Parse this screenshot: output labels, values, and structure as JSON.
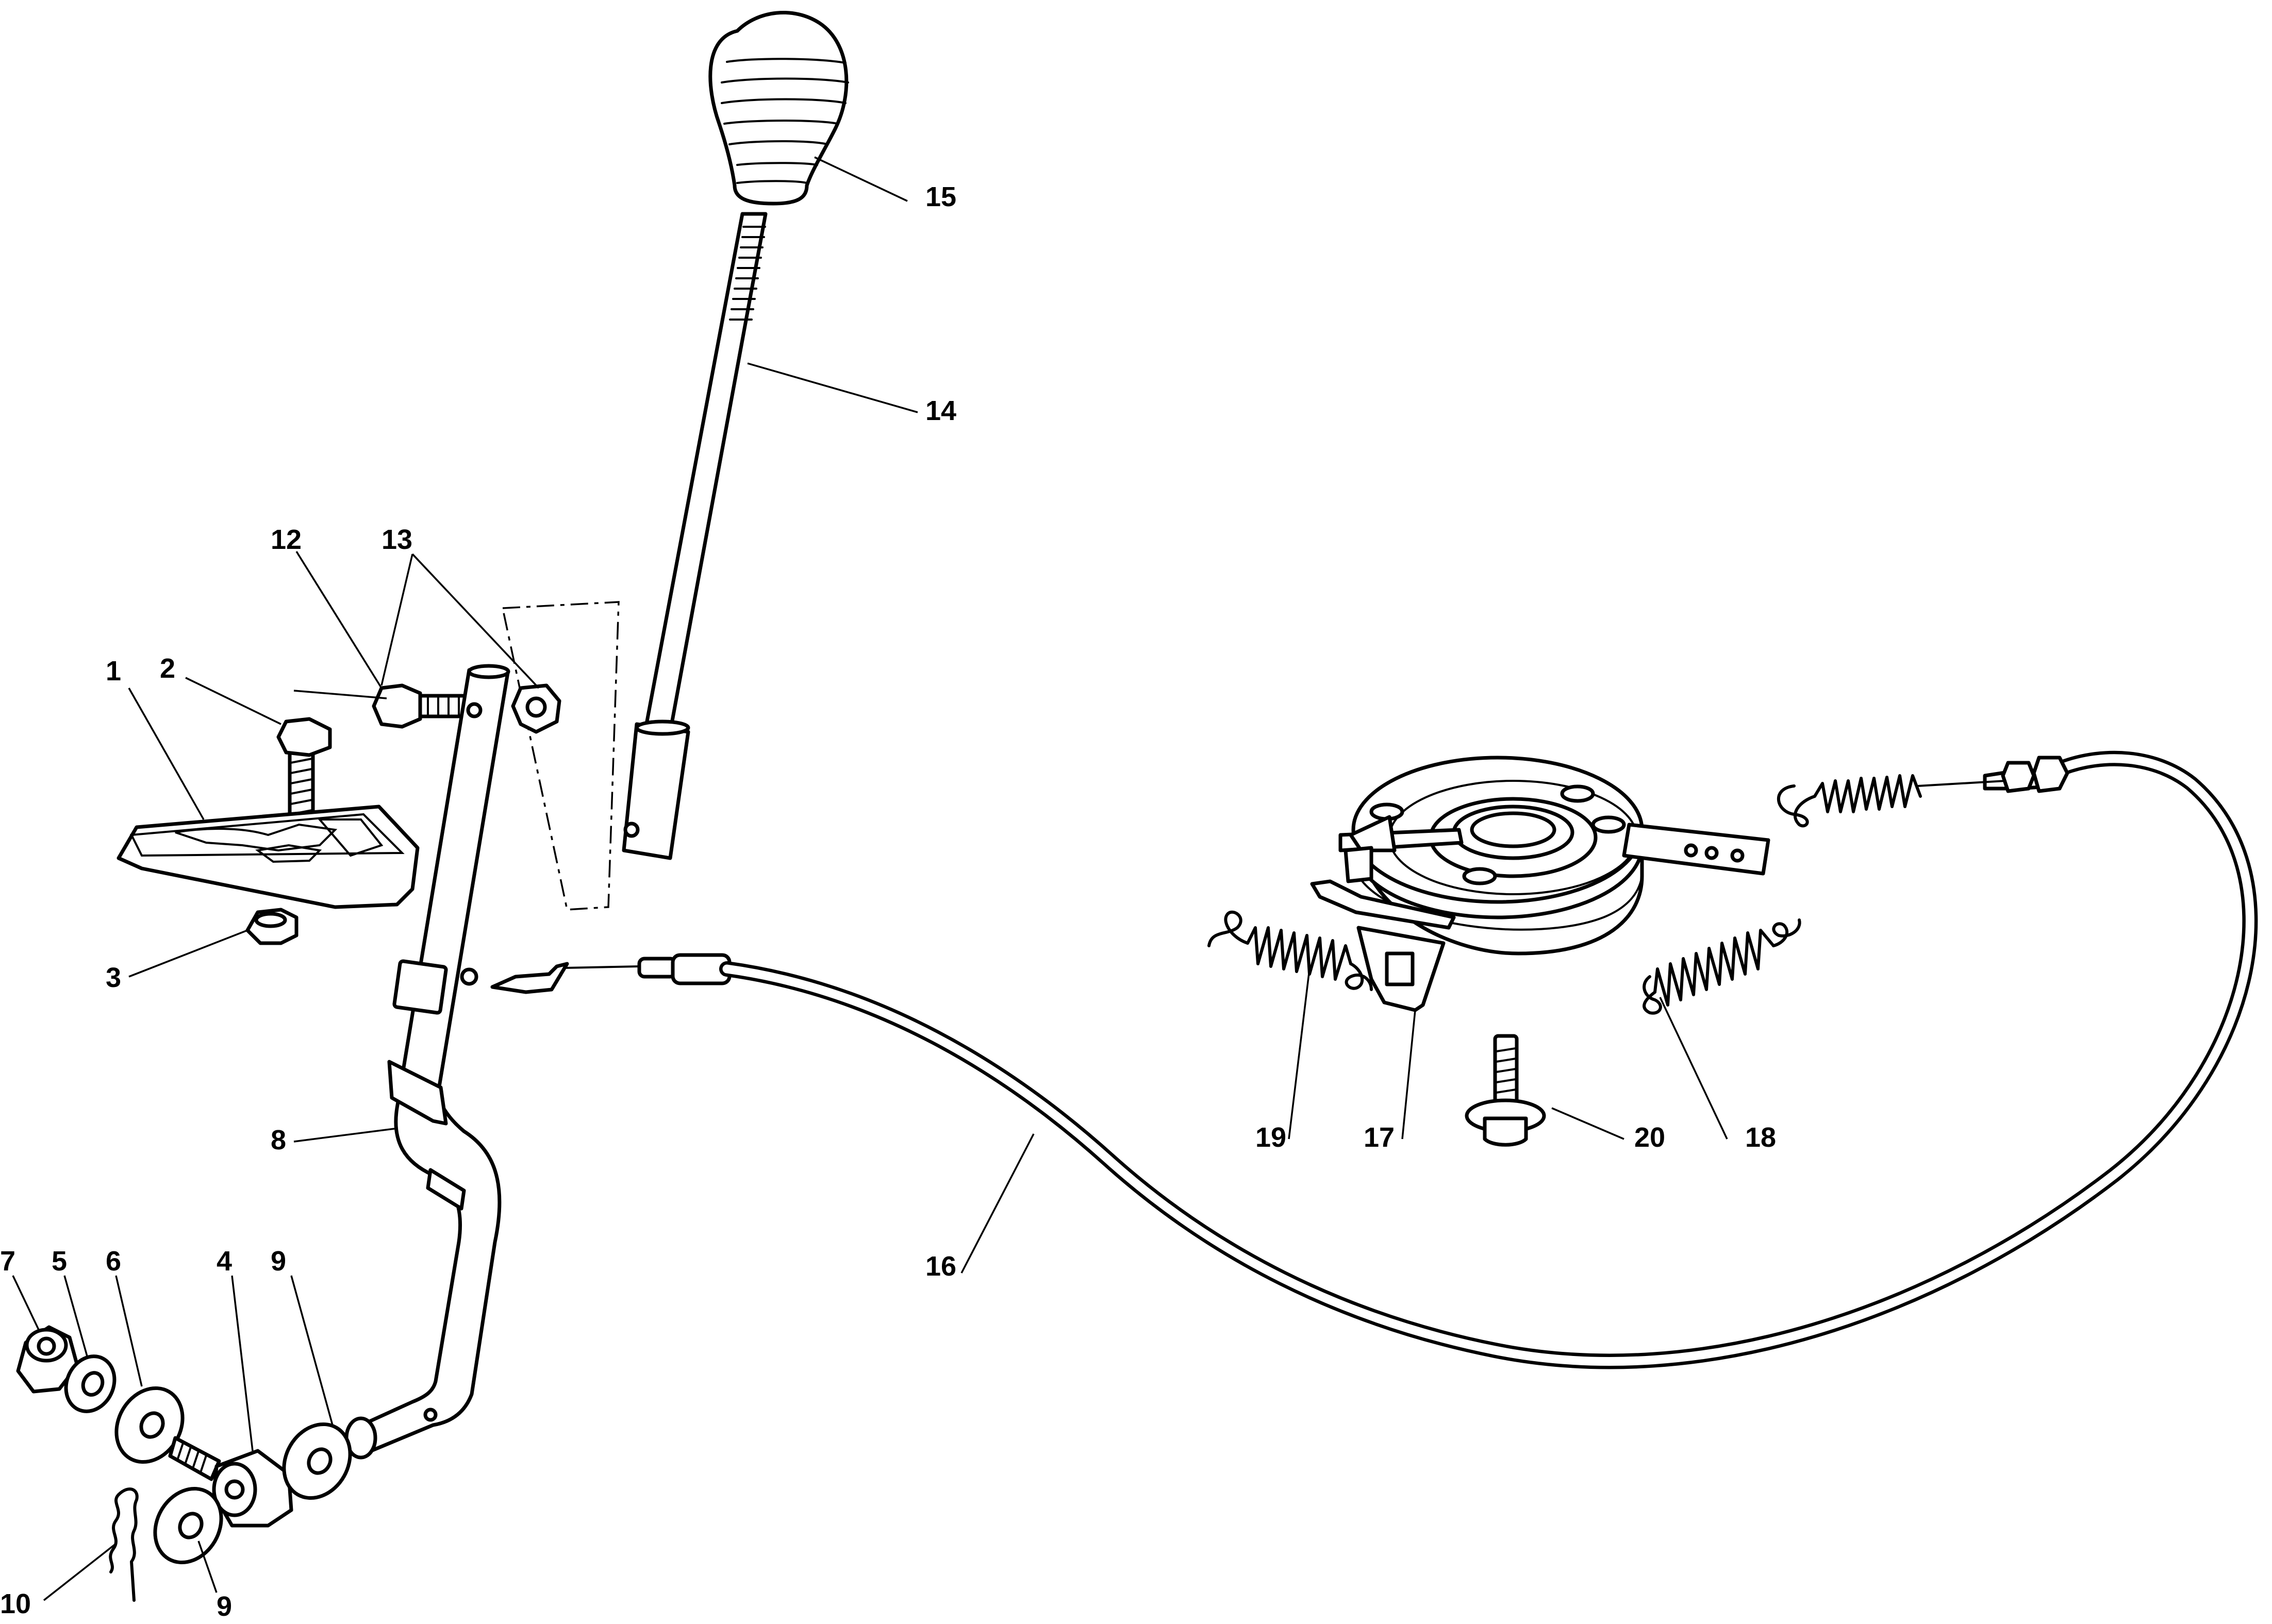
{
  "diagram": {
    "callouts": [
      {
        "id": "c1",
        "text": "1"
      },
      {
        "id": "c2",
        "text": "2"
      },
      {
        "id": "c3",
        "text": "3"
      },
      {
        "id": "c4",
        "text": "4"
      },
      {
        "id": "c5",
        "text": "5"
      },
      {
        "id": "c6",
        "text": "6"
      },
      {
        "id": "c7",
        "text": "7"
      },
      {
        "id": "c8",
        "text": "8"
      },
      {
        "id": "c9a",
        "text": "9"
      },
      {
        "id": "c9b",
        "text": "9"
      },
      {
        "id": "c10",
        "text": "10"
      },
      {
        "id": "c12",
        "text": "12"
      },
      {
        "id": "c13",
        "text": "13"
      },
      {
        "id": "c14",
        "text": "14"
      },
      {
        "id": "c15",
        "text": "15"
      },
      {
        "id": "c16",
        "text": "16"
      },
      {
        "id": "c17",
        "text": "17"
      },
      {
        "id": "c18",
        "text": "18"
      },
      {
        "id": "c19",
        "text": "19"
      },
      {
        "id": "c20",
        "text": "20"
      }
    ]
  }
}
